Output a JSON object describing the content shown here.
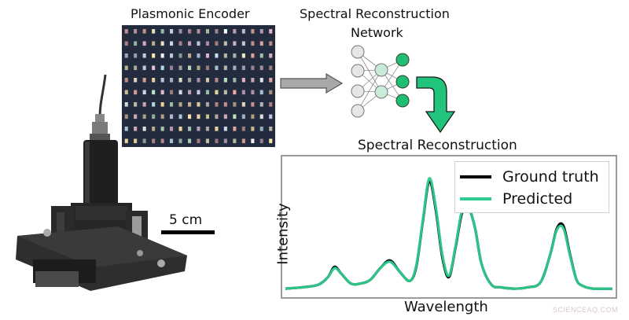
{
  "encoder": {
    "title": "Plasmonic Encoder",
    "rows": 10,
    "cols": 17
  },
  "network": {
    "title_line1": "Spectral Reconstruction",
    "title_line2": "Network"
  },
  "scale_bar": {
    "label": "5 cm"
  },
  "plot": {
    "title": "Spectral Reconstruction",
    "xlabel": "Wavelength",
    "ylabel": "Intensity",
    "legend": [
      "Ground truth",
      "Predicted"
    ]
  },
  "colors": {
    "ground_truth": "#000000",
    "predicted": "#2ecc8f",
    "arrow_green": "#22c37a",
    "arrow_gray": "#a8a8a8"
  },
  "chart_data": {
    "type": "line",
    "title": "Spectral Reconstruction",
    "xlabel": "Wavelength",
    "ylabel": "Intensity",
    "xlim": [
      0,
      100
    ],
    "ylim": [
      0,
      1
    ],
    "series": [
      {
        "name": "Ground truth",
        "x": [
          0,
          5,
          10,
          13,
          15,
          17,
          20,
          23,
          26,
          29,
          32,
          35,
          38,
          40,
          42,
          44,
          46,
          48,
          50,
          52,
          54,
          56,
          58,
          60,
          63,
          66,
          70,
          74,
          78,
          81,
          83,
          85,
          87,
          89,
          91,
          94,
          97,
          100
        ],
        "values": [
          0.03,
          0.04,
          0.06,
          0.12,
          0.2,
          0.15,
          0.07,
          0.07,
          0.1,
          0.19,
          0.25,
          0.16,
          0.09,
          0.2,
          0.55,
          0.87,
          0.64,
          0.27,
          0.12,
          0.35,
          0.62,
          0.66,
          0.5,
          0.22,
          0.06,
          0.04,
          0.03,
          0.04,
          0.08,
          0.3,
          0.5,
          0.52,
          0.3,
          0.1,
          0.05,
          0.03,
          0.03,
          0.03
        ]
      },
      {
        "name": "Predicted",
        "x": [
          0,
          5,
          10,
          13,
          15,
          17,
          20,
          23,
          26,
          29,
          32,
          35,
          38,
          40,
          42,
          44,
          46,
          48,
          50,
          52,
          54,
          56,
          58,
          60,
          63,
          66,
          70,
          74,
          78,
          81,
          83,
          85,
          87,
          89,
          91,
          94,
          97,
          100
        ],
        "values": [
          0.03,
          0.04,
          0.06,
          0.12,
          0.19,
          0.15,
          0.07,
          0.07,
          0.1,
          0.19,
          0.24,
          0.16,
          0.09,
          0.21,
          0.56,
          0.89,
          0.66,
          0.29,
          0.13,
          0.36,
          0.64,
          0.67,
          0.5,
          0.22,
          0.06,
          0.04,
          0.03,
          0.04,
          0.08,
          0.3,
          0.49,
          0.5,
          0.29,
          0.1,
          0.05,
          0.03,
          0.03,
          0.03
        ]
      }
    ]
  }
}
